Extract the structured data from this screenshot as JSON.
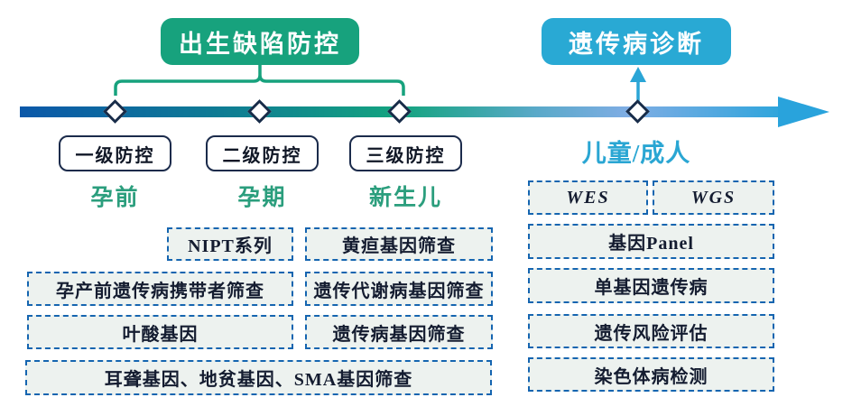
{
  "colors": {
    "green_accent": "#17a27d",
    "blue_accent": "#29a9d4",
    "navy_border": "#1b2b4b",
    "dashed_border": "#1565b0",
    "dashed_fill": "#edf2ef",
    "timeline_left_blue": "#0b58a9",
    "timeline_green": "#14a47f",
    "timeline_periwinkle": "#7fade4",
    "timeline_right_cyan": "#29a3dc",
    "stage_green_text": "#2b9e7d",
    "stage_blue_text": "#2aa6d3"
  },
  "titles": {
    "left": "出生缺陷防控",
    "right": "遗传病诊断"
  },
  "levels": [
    {
      "label": "一级防控"
    },
    {
      "label": "二级防控"
    },
    {
      "label": "三级防控"
    }
  ],
  "stages": {
    "pre_pregnancy": "孕前",
    "pregnancy": "孕期",
    "newborn": "新生儿",
    "child_adult": "儿童/成人"
  },
  "prevention_items": {
    "nipt": "NIPT系列",
    "carrier": "孕产前遗传病携带者筛查",
    "folate": "叶酸基因",
    "deafness_thal_sma": "耳聋基因、地贫基因、SMA基因筛查",
    "jaundice": "黄疸基因筛查",
    "metabolic": "遗传代谢病基因筛查",
    "genetic_screen": "遗传病基因筛查"
  },
  "diagnosis_items": {
    "wes": "WES",
    "wgs": "WGS",
    "panel": "基因Panel",
    "monogenic": "单基因遗传病",
    "risk": "遗传风险评估",
    "chromosome": "染色体病检测"
  }
}
